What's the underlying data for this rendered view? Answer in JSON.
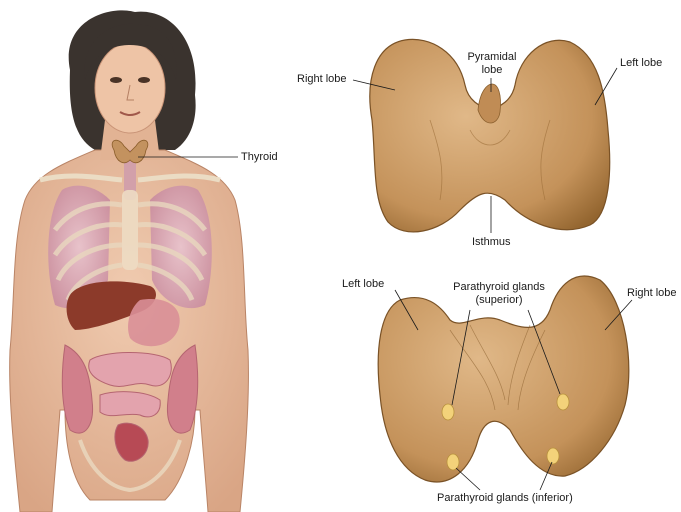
{
  "labels": {
    "thyroid": "Thyroid",
    "front": {
      "right_lobe": "Right lobe",
      "pyramidal_lobe": [
        "Pyramidal",
        "lobe"
      ],
      "left_lobe": "Left lobe",
      "isthmus": "Isthmus"
    },
    "back": {
      "left_lobe": "Left lobe",
      "parathyroid_superior": [
        "Parathyroid glands",
        "(superior)"
      ],
      "right_lobe": "Right lobe",
      "parathyroid_inferior": "Parathyroid glands (inferior)"
    }
  },
  "colors": {
    "skin": "#e6b99a",
    "thyroid_tissue": "#c99a5e",
    "thyroid_shadow": "#8f6330",
    "parathyroid": "#f3d27a",
    "lung": "#d9a3b4",
    "liver": "#8c3a2a",
    "hair": "#3a332e",
    "line": "#1a1a1a"
  }
}
